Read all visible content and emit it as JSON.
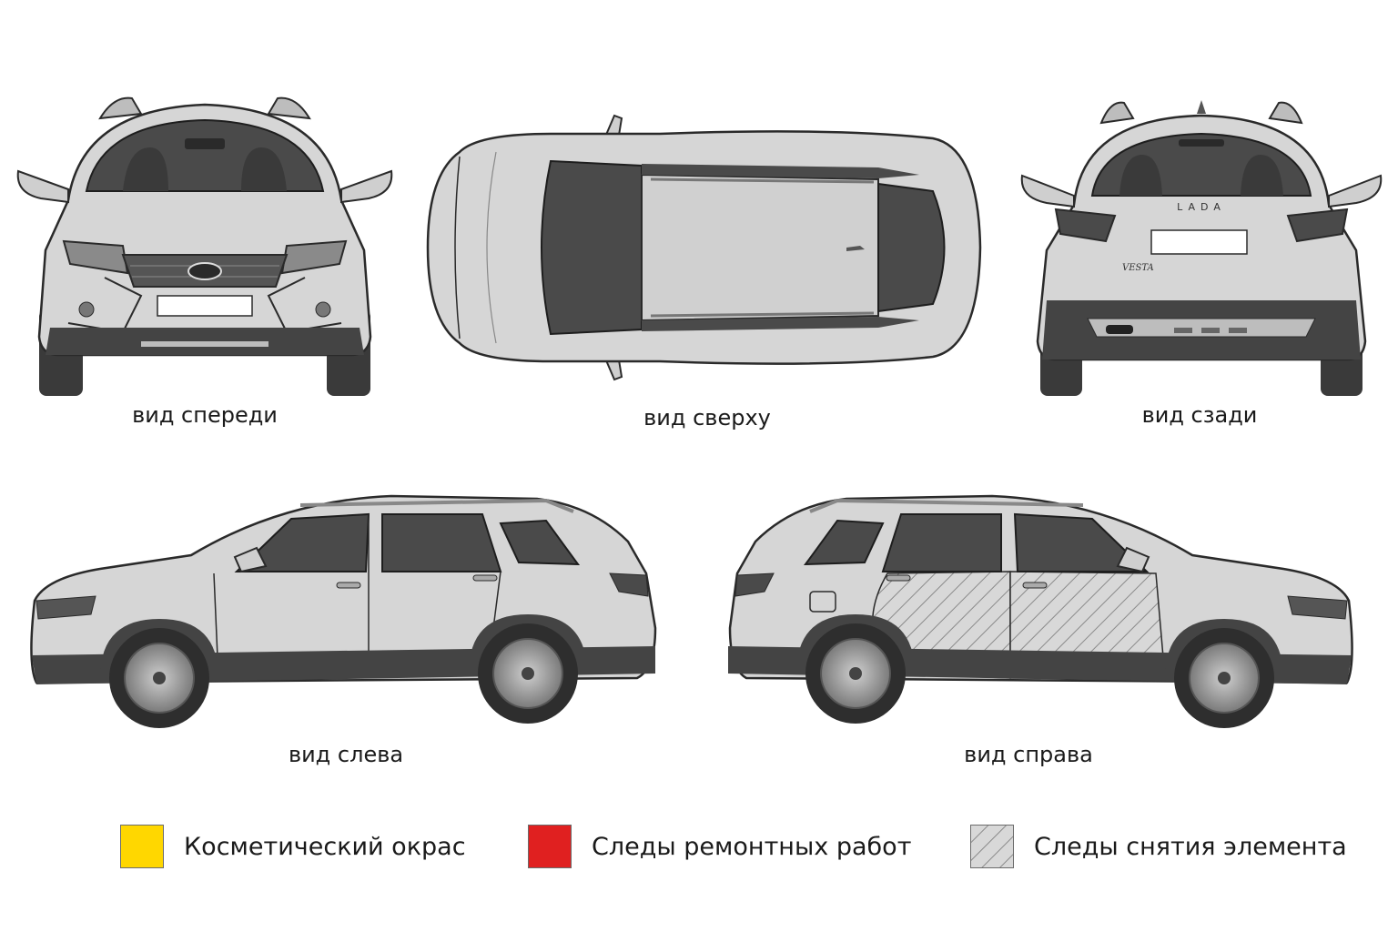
{
  "views": {
    "front": {
      "caption": "вид спереди"
    },
    "top": {
      "caption": "вид сверху"
    },
    "rear": {
      "caption": "вид сзади",
      "badge": "LADA",
      "model_badge": "VESTA"
    },
    "left": {
      "caption": "вид слева"
    },
    "right": {
      "caption": "вид справа"
    }
  },
  "legend": [
    {
      "label": "Косметический окрас",
      "color": "#ffd700",
      "pattern": "solid"
    },
    {
      "label": "Следы ремонтных работ",
      "color": "#e02020",
      "pattern": "solid"
    },
    {
      "label": "Следы снятия элемента",
      "color": "#d8d8d8",
      "pattern": "hatch"
    }
  ],
  "colors": {
    "body": "#d6d6d6",
    "glass": "#4a4a4a",
    "trim": "#3c3c3c",
    "outline": "#2a2a2a"
  }
}
